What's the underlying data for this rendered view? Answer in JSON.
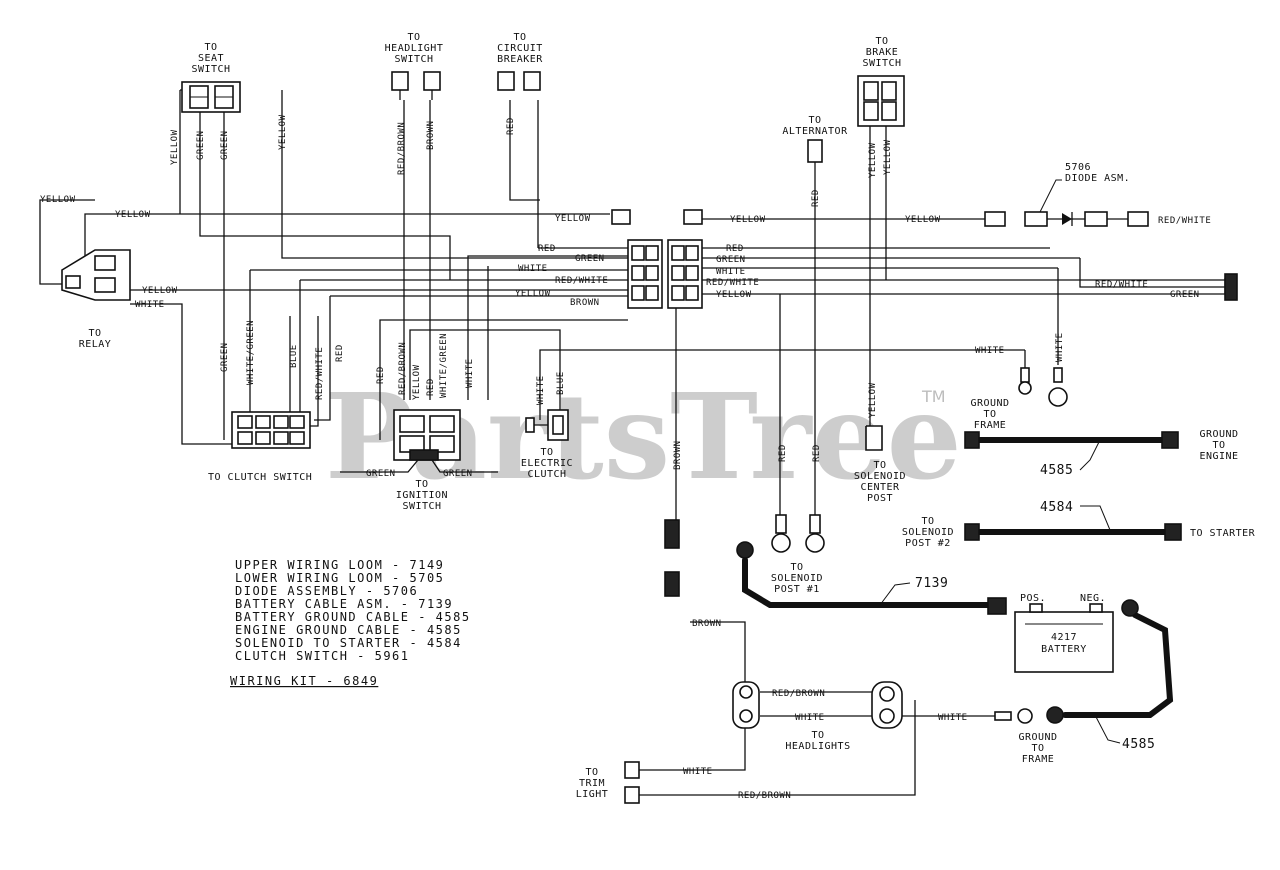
{
  "watermark": {
    "text": "PartsTree",
    "tm": "TM"
  },
  "components": {
    "seat_switch": [
      "TO",
      "SEAT",
      "SWITCH"
    ],
    "headlight_switch": [
      "TO",
      "HEADLIGHT",
      "SWITCH"
    ],
    "circuit_breaker": [
      "TO",
      "CIRCUIT",
      "BREAKER"
    ],
    "brake_switch": [
      "TO",
      "BRAKE",
      "SWITCH"
    ],
    "alternator": [
      "TO",
      "ALTERNATOR"
    ],
    "diode_asm": [
      "5706",
      "DIODE ASM."
    ],
    "relay": [
      "TO",
      "RELAY"
    ],
    "clutch_switch": "TO CLUTCH SWITCH",
    "ignition_switch": [
      "TO",
      "IGNITION",
      "SWITCH"
    ],
    "electric_clutch": [
      "TO",
      "ELECTRIC",
      "CLUTCH"
    ],
    "solenoid_center": [
      "TO",
      "SOLENOID",
      "CENTER",
      "POST"
    ],
    "solenoid_post1": [
      "TO",
      "SOLENOID",
      "POST #1"
    ],
    "solenoid_post2": [
      "TO",
      "SOLENOID",
      "POST #2"
    ],
    "starter": "TO STARTER",
    "ground_frame_top": [
      "GROUND",
      "TO",
      "FRAME"
    ],
    "ground_engine": [
      "GROUND",
      "TO",
      "ENGINE"
    ],
    "ground_frame_bottom": [
      "GROUND",
      "TO",
      "FRAME"
    ],
    "headlights": [
      "TO",
      "HEADLIGHTS"
    ],
    "trim_light": [
      "TO",
      "TRIM",
      "LIGHT"
    ],
    "battery": {
      "pos": "POS.",
      "neg": "NEG.",
      "number": "4217",
      "name": "BATTERY"
    }
  },
  "wires": {
    "yellow": "YELLOW",
    "yellow_lower": "YELLOW",
    "yellow_arrow": "YELLOW",
    "green": "GREEN",
    "white": "WHITE",
    "red": "RED",
    "brown": "BROWN",
    "blue": "BLUE",
    "red_white": "RED/WHITE",
    "red_brown": "RED/BROWN",
    "white_green": "WHITE/GREEN",
    "green_lower": "GREEN",
    "green_cap": "GREEN",
    "green_mixed": "GREEN",
    "white_mixed": "WHITE",
    "white_lower": "WHITE",
    "white_upper": "WHITE",
    "white_end": "WHITE",
    "yellow_mixed": "YELLOW",
    "yellow_mixed_case": "YELLOW",
    "yellow_alt": "YEl Low",
    "yellow_dash": "Y ELLOW",
    "yellow_camel": "YEl LOW",
    "yellow_cap": "YEL",
    "greeen": "GREEN",
    "green_ign": "GREEN",
    "green_ign2": "GREEN",
    "red_lower": "RED",
    "red_lower2": "RED",
    "brown_lower": "BROWN",
    "blue_lower": "BLUE"
  },
  "cables": {
    "c4585_top": "4585",
    "c4584": "4584",
    "c7139": "7139",
    "c4585_bottom": "4585"
  },
  "legend": [
    "UPPER WIRING LOOM - 7149",
    "LOWER WIRING LOOM - 5705",
    "DIODE ASSEMBLY - 5706",
    "BATTERY CABLE ASM. - 7139",
    "BATTERY GROUND CABLE - 4585",
    "ENGINE GROUND CABLE - 4585",
    "SOLENOID TO STARTER - 4584",
    "CLUTCH SWITCH - 5961"
  ],
  "kit": "WIRING KIT - 6849"
}
